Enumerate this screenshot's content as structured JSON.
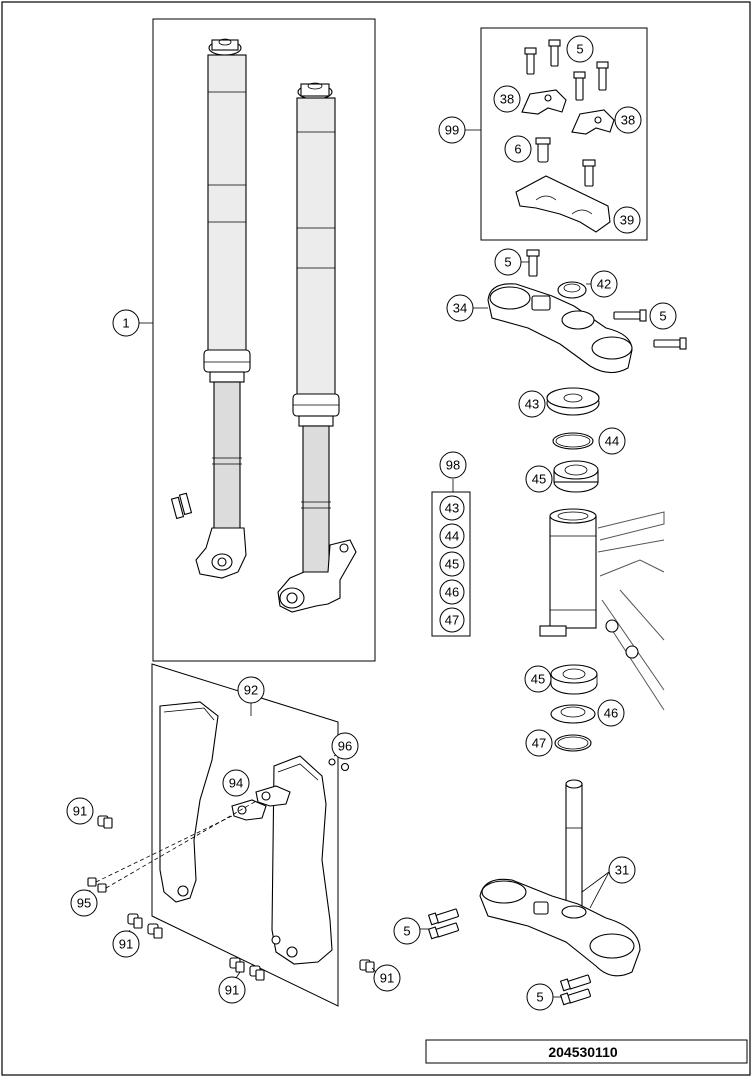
{
  "diagram_id": "204530110",
  "callouts": {
    "fork_assembly": "1",
    "clamp_bolt_top": "5",
    "handlebar_clamp_left": "38",
    "handlebar_clamp_right": "38",
    "clamp_group": "99",
    "clamp_bolt_small": "6",
    "handlebar_clamp_bridge": "39",
    "top_clamp_bolt": "5",
    "steering_nut": "42",
    "top_triple_clamp": "34",
    "top_clamp_side_bolt": "5",
    "bearing_cover": "43",
    "seal_ring_upper": "44",
    "bearing_upper": "45",
    "bearing_kit": "98",
    "kit_43": "43",
    "kit_44": "44",
    "kit_45": "45",
    "kit_46": "46",
    "kit_47": "47",
    "bearing_lower": "45",
    "dust_seal_lower": "46",
    "seal_ring_lower": "47",
    "fork_protector_set": "92",
    "washer_nut": "96",
    "protector_bracket": "94",
    "screw_front": "91",
    "long_screws": "95",
    "screws_lower_left": "91",
    "screws_lower_center": "91",
    "screw_lower_right": "91",
    "steering_stem": "31",
    "bottom_clamp_bolts": "5",
    "bottom_clamp_bolts_lower": "5"
  }
}
